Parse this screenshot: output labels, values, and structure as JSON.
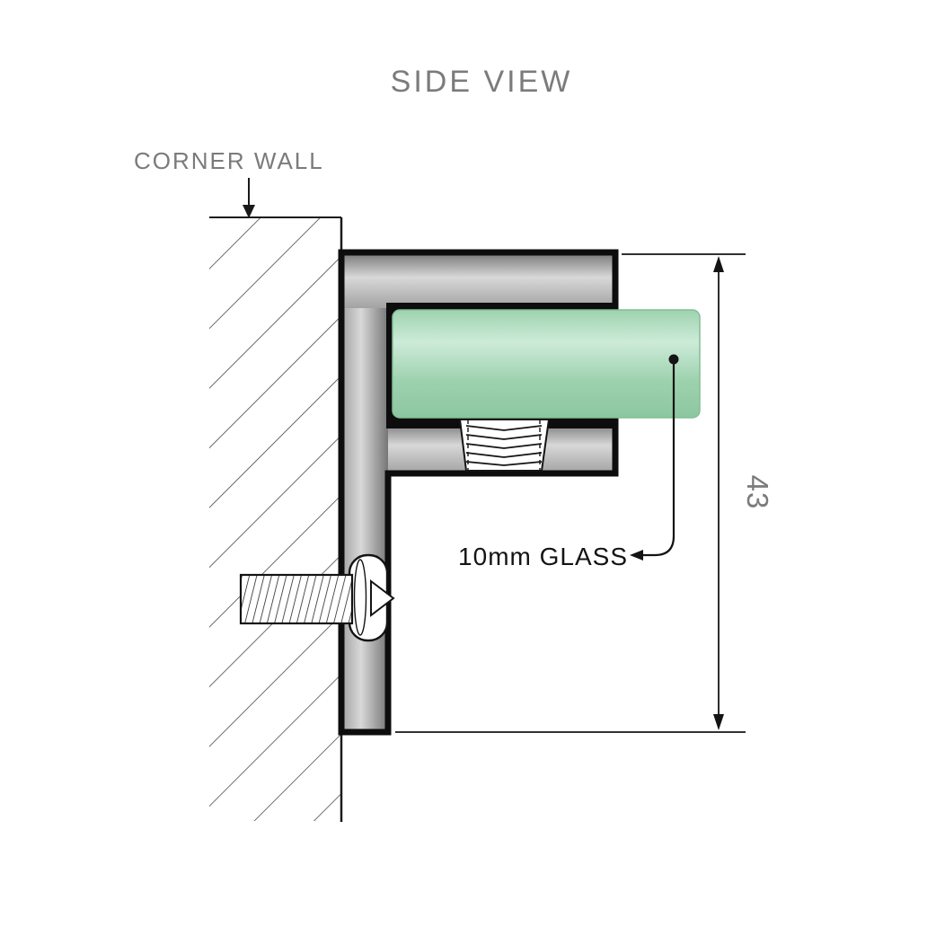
{
  "diagram": {
    "title": "SIDE VIEW",
    "labels": {
      "corner_wall": "CORNER WALL",
      "glass": "10mm GLASS",
      "dimension_height": "43"
    },
    "colors": {
      "label": "#7b7b7b",
      "ink": "#141414",
      "glass": "#9ed2af",
      "glass_light": "#cdebd8",
      "glass_dark": "#8cc7a0",
      "metal": "#a2a2a2",
      "metal_light": "#d8d8d8",
      "metal_dark": "#767676",
      "background": "#ffffff"
    }
  }
}
